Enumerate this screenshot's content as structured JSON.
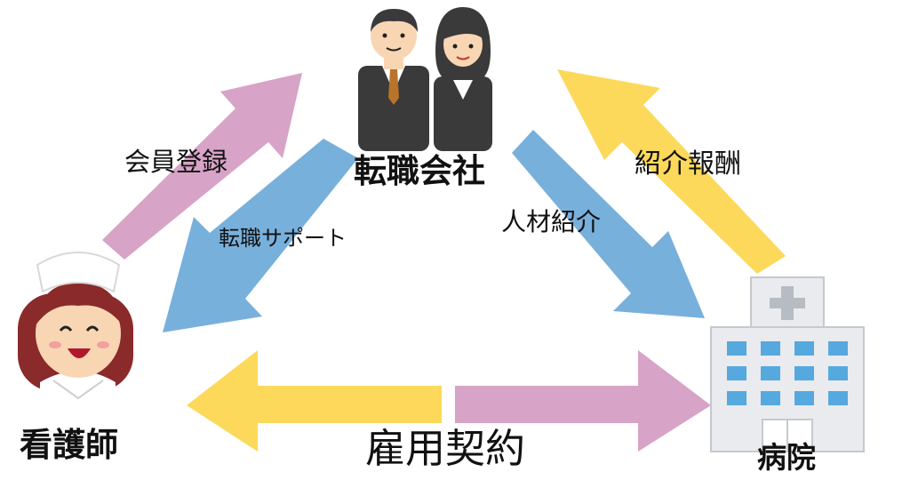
{
  "nodes": {
    "agency": "転職会社",
    "nurse": "看護師",
    "hospital": "病院"
  },
  "flows": {
    "registration": "会員登録",
    "career_support": "転職サポート",
    "talent_referral": "人材紹介",
    "referral_fee": "紹介報酬",
    "employment_contract": "雇用契約"
  },
  "colors": {
    "pink_arrow": "#d7a3c6",
    "blue_arrow": "#78b0dc",
    "yellow_arrow": "#fcd95a",
    "suit": "#3a3a3a",
    "skin": "#f9d6b3",
    "nurse_hair": "#8a2a2a",
    "hospital_window": "#55a9df",
    "hospital_body": "#e9ebee"
  }
}
